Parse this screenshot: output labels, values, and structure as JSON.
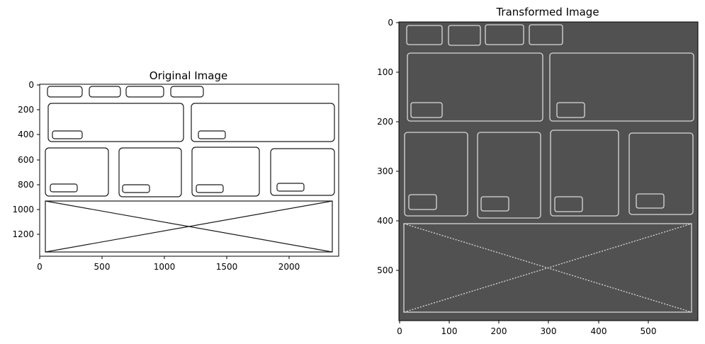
{
  "figure": {
    "panels": [
      {
        "title": "Original Image",
        "xticks": [
          "0",
          "500",
          "1000",
          "1500",
          "2000"
        ],
        "yticks": [
          "0",
          "200",
          "400",
          "600",
          "800",
          "1000",
          "1200"
        ]
      },
      {
        "title": "Transformed Image",
        "xticks": [
          "0",
          "100",
          "200",
          "300",
          "400",
          "500"
        ],
        "yticks": [
          "0",
          "100",
          "200",
          "300",
          "400",
          "500"
        ]
      }
    ]
  },
  "colors": {
    "frame": "#000000",
    "original_background": "#ffffff",
    "original_lines": "#1a1a1a",
    "transformed_background": "#515151",
    "transformed_lines": "#d9d9d9"
  }
}
